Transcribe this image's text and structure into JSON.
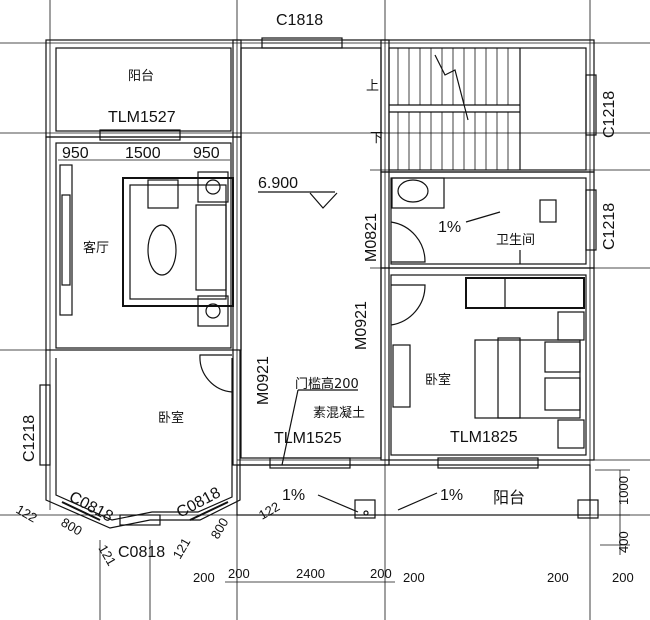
{
  "plan": {
    "top_window": "C1818",
    "balcony_top": {
      "name": "阳台",
      "door": "TLM1527"
    },
    "living_dims": [
      "950",
      "1500",
      "950"
    ],
    "living_room": "客厅",
    "left_bedroom": {
      "name": "卧室",
      "window": "C1218"
    },
    "bay": {
      "windows": [
        "C0818",
        "C0818",
        "C0818"
      ],
      "dims": [
        "122",
        "800",
        "121",
        "121",
        "800",
        "122"
      ]
    },
    "corridor": {
      "elevation": "6.900",
      "door_bath": "M0821",
      "door_bed_right": "M0921",
      "door_bed_left": "M0921",
      "threshold": "门槛高200",
      "material": "素混凝土",
      "door_balcony": "TLM1525"
    },
    "stairs": {
      "up": "上",
      "down": "下",
      "window": "C1218"
    },
    "bathroom": {
      "name": "卫生间",
      "slope": "1%",
      "window": "C1218"
    },
    "right_bedroom": {
      "name": "卧室",
      "door": "TLM1825"
    },
    "balcony_bottom": {
      "name": "阳台",
      "slope_left": "1%",
      "slope_right": "1%",
      "dims_vertical": [
        "1000",
        "400"
      ]
    },
    "bottom_dims": [
      "200",
      "200",
      "2400",
      "200",
      "200",
      "200",
      "200"
    ]
  }
}
